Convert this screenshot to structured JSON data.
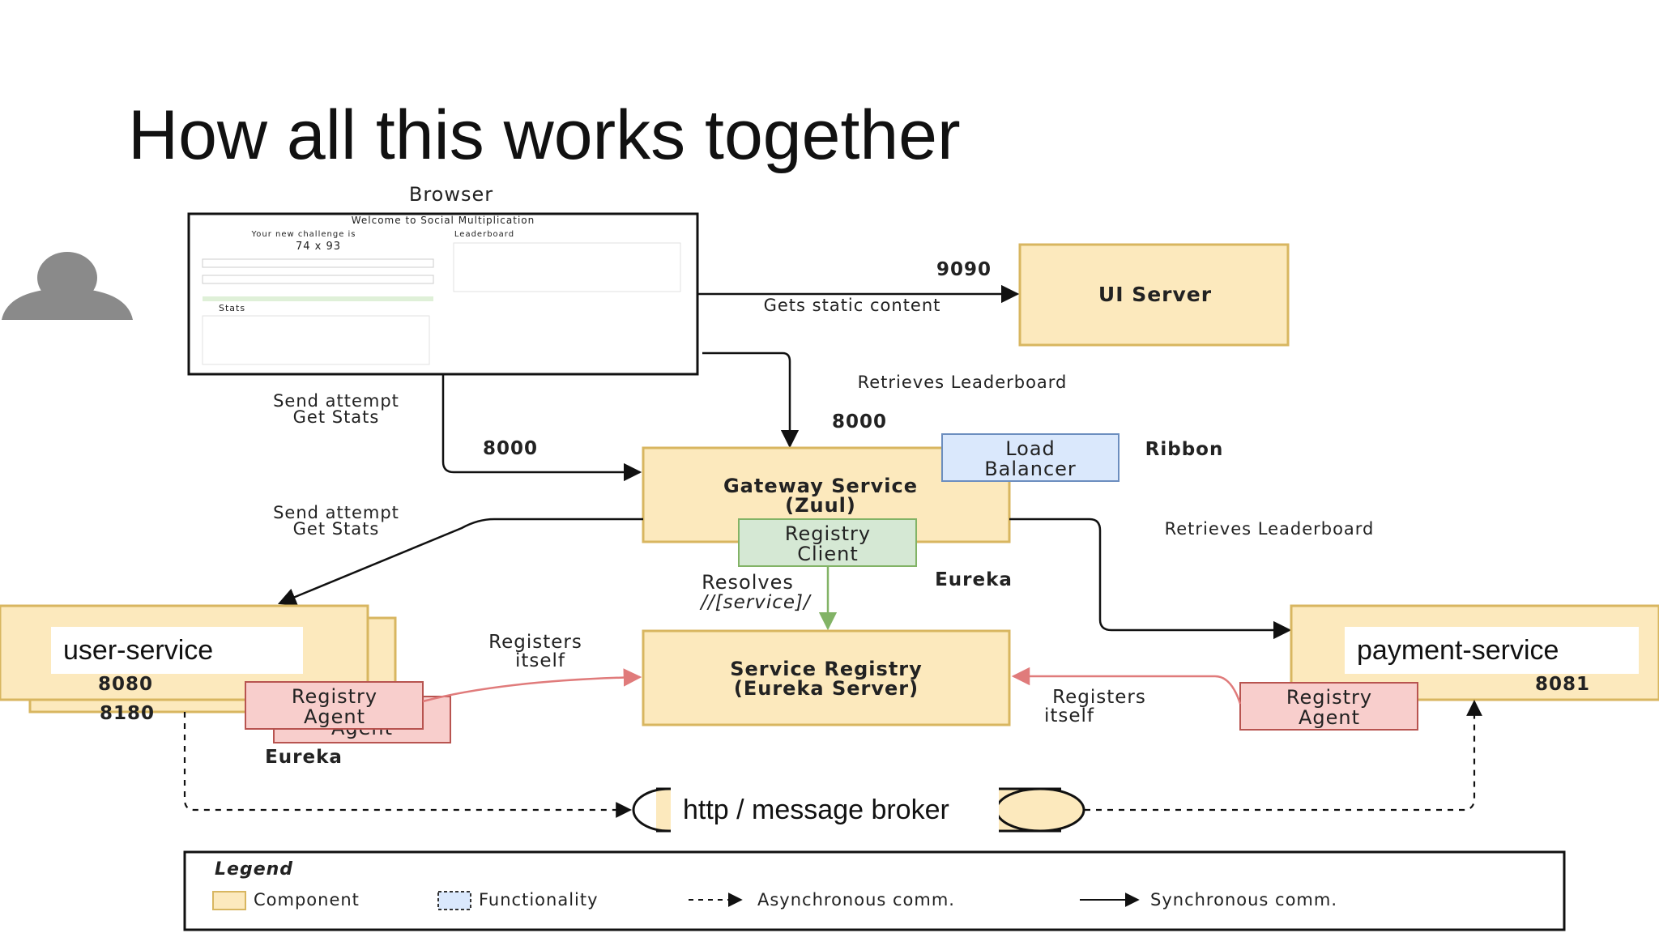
{
  "title": "How all this works together",
  "browser": {
    "label": "Browser",
    "screenshot_title": "Welcome to Social Multiplication",
    "challenge_label": "Your new challenge is",
    "challenge": "74 x 93",
    "leaderboard_label": "Leaderboard",
    "stats_label": "Stats"
  },
  "nodes": {
    "ui_server": "UI Server",
    "gateway_line1": "Gateway Service",
    "gateway_line2": "(Zuul)",
    "load_balancer_line1": "Load",
    "load_balancer_line2": "Balancer",
    "ribbon": "Ribbon",
    "registry_client_line1": "Registry",
    "registry_client_line2": "Client",
    "eureka_right": "Eureka",
    "service_registry_line1": "Service Registry",
    "service_registry_line2": "(Eureka Server)",
    "user_service": "user-service",
    "user_port1": "8080",
    "user_port2": "8180",
    "user_agent_line1": "Registry",
    "user_agent_line2": "Agent",
    "user_agent_back": "Agent",
    "eureka_left": "Eureka",
    "payment_service": "payment-service",
    "payment_port": "8081",
    "payment_agent_line1": "Registry",
    "payment_agent_line2": "Agent"
  },
  "edges": {
    "port_9090": "9090",
    "gets_static": "Gets static content",
    "retrieves_lb_top": "Retrieves Leaderboard",
    "port_8000_top": "8000",
    "send_attempt_1": "Send attempt",
    "get_stats_1": "Get Stats",
    "port_8000_left": "8000",
    "send_attempt_2": "Send attempt",
    "get_stats_2": "Get Stats",
    "retrieves_lb_right": "Retrieves Leaderboard",
    "resolves": "Resolves",
    "service_path": "//[service]/",
    "registers_left_1": "Registers",
    "registers_left_2": "itself",
    "registers_right_1": "Registers",
    "registers_right_2": "itself",
    "broker": "http / message broker"
  },
  "legend": {
    "title": "Legend",
    "component": "Component",
    "functionality": "Functionality",
    "async": "Asynchronous comm.",
    "sync": "Synchronous comm."
  },
  "icons": {
    "user": "person-icon"
  },
  "colors": {
    "component_fill": "#fce9bd",
    "component_stroke": "#d8b660",
    "load_balancer_fill": "#dae8fc",
    "registry_client_fill": "#d5e8d4",
    "registry_agent_fill": "#f8cecc",
    "register_arrow": "#e07b7b",
    "resolve_arrow": "#82b366"
  }
}
